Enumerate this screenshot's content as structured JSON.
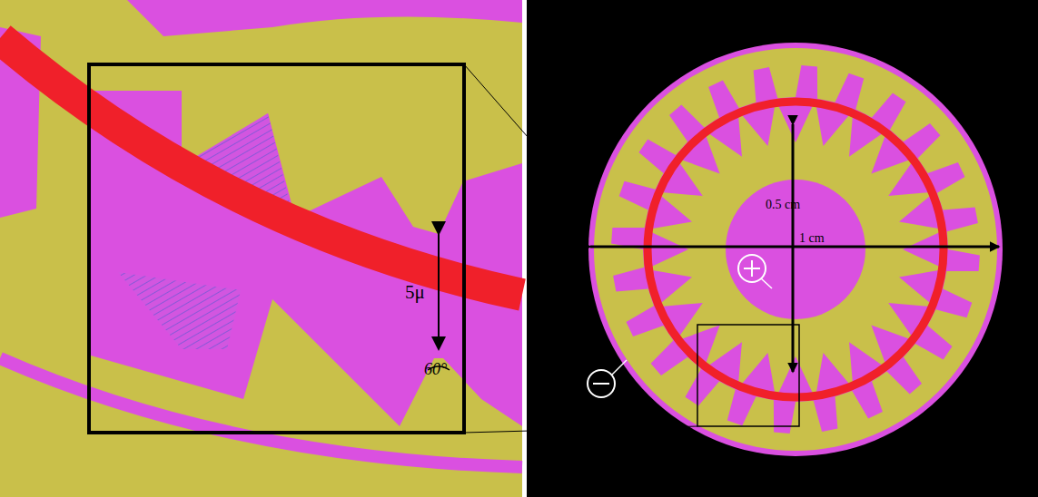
{
  "diagram": {
    "labels": [
      "5μ",
      "60°",
      "0.5 cm",
      "1 cm"
    ]
  }
}
